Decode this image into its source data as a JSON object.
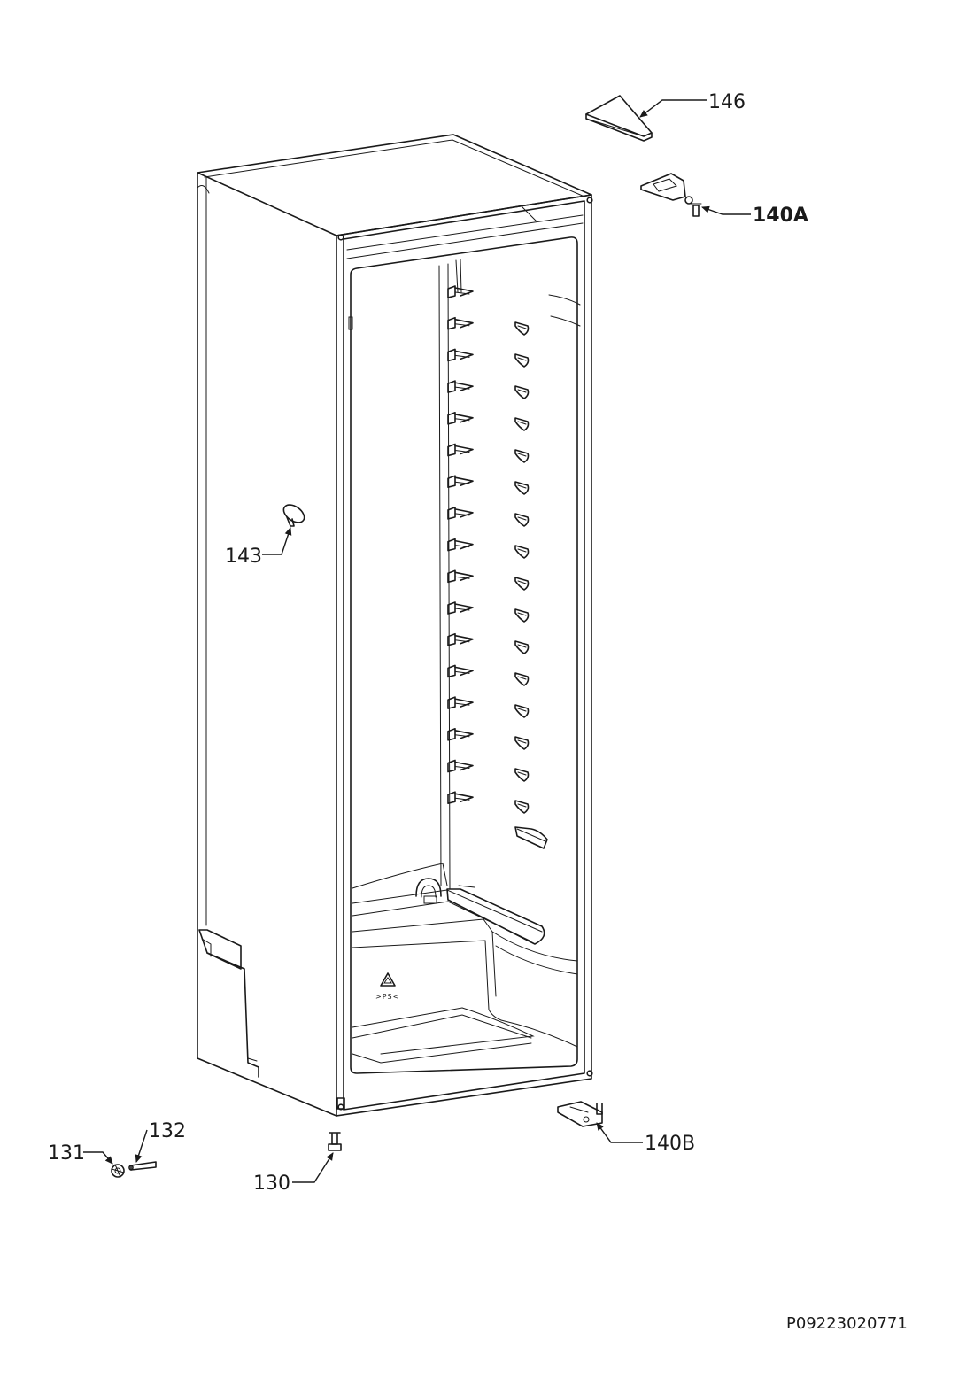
{
  "callouts": {
    "c146": "146",
    "c140a": "140A",
    "c143": "143",
    "c132": "132",
    "c131": "131",
    "c130": "130",
    "c140b": "140B"
  },
  "recycle_mark": ">PS<",
  "drawing_ref": "P09223020771"
}
